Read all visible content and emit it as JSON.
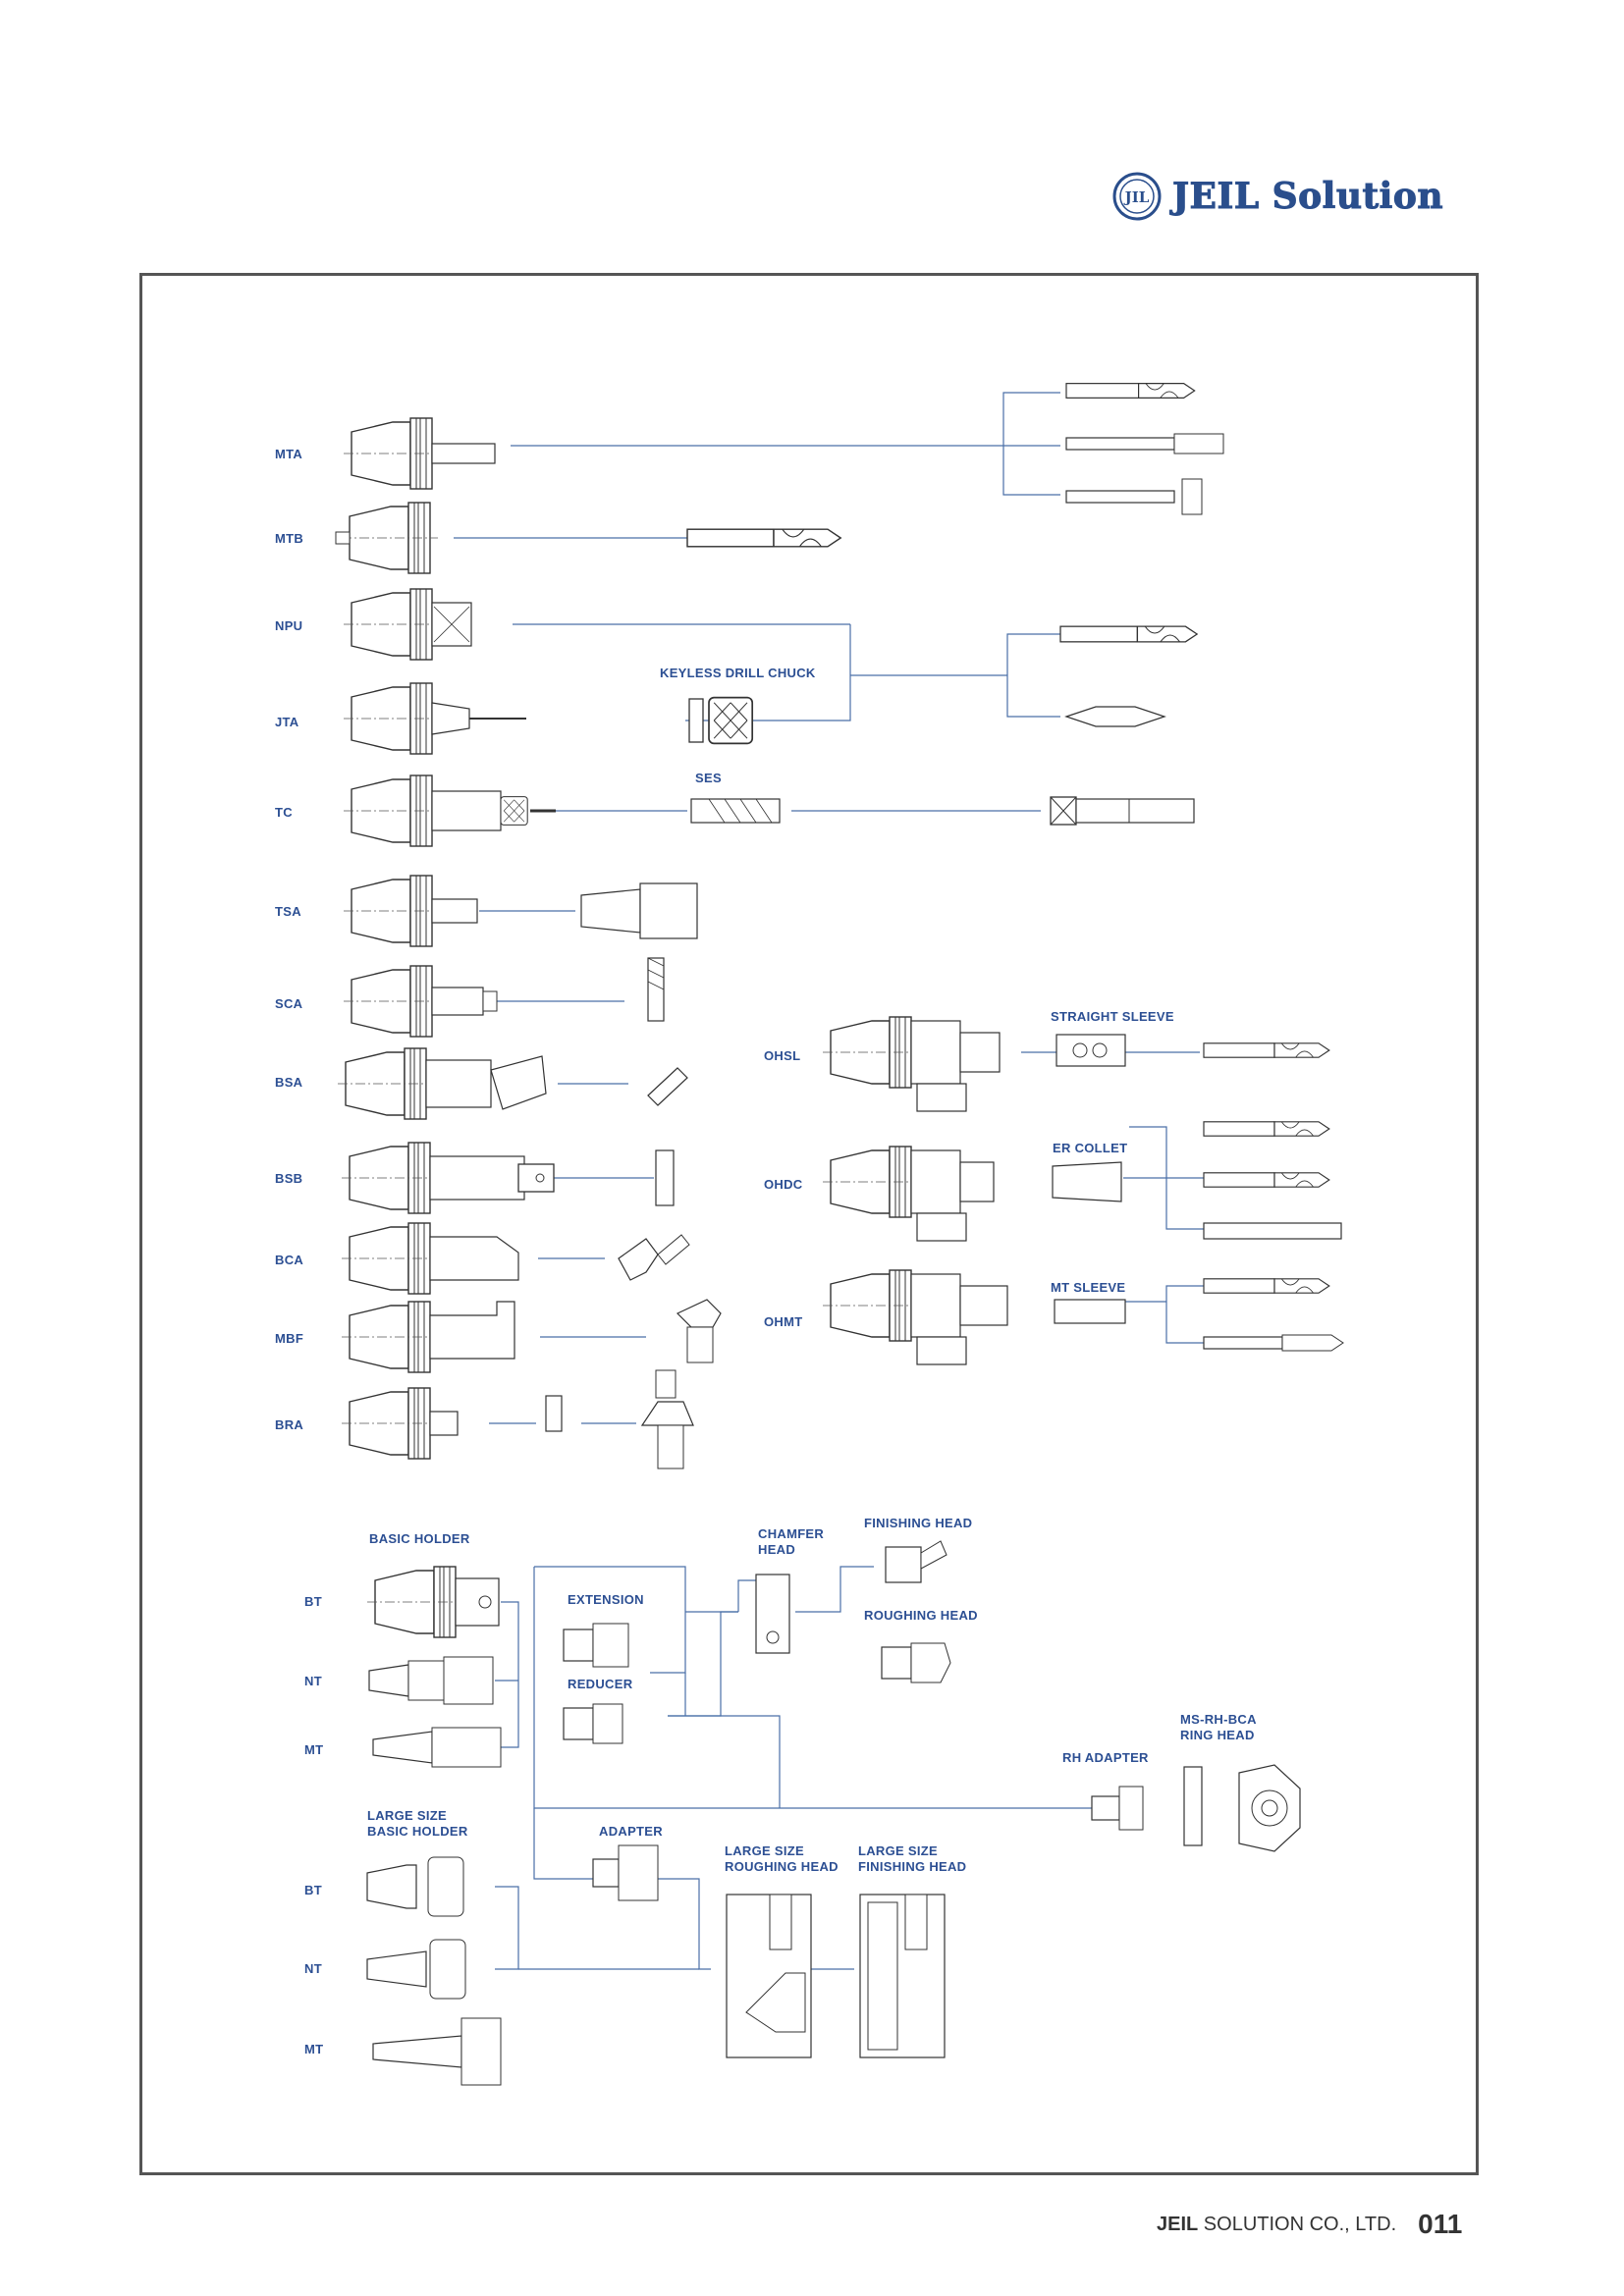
{
  "brand": {
    "name": "JEIL Solution",
    "mark": "JIL",
    "color": "#2a4e8c"
  },
  "colors": {
    "line": "#4a6fa8",
    "drawing": "#333333",
    "label": "#2c4f93"
  },
  "labels": {
    "mta": "MTA",
    "mtb": "MTB",
    "npu": "NPU",
    "jta": "JTA",
    "tc": "TC",
    "tsa": "TSA",
    "sca": "SCA",
    "bsa": "BSA",
    "bsb": "BSB",
    "bca": "BCA",
    "mbf": "MBF",
    "bra": "BRA",
    "keyless": "KEYLESS DRILL CHUCK",
    "ses": "SES",
    "ohsl": "OHSL",
    "ohdc": "OHDC",
    "ohmt": "OHMT",
    "straight_sleeve": "STRAIGHT SLEEVE",
    "er_collet": "ER COLLET",
    "mt_sleeve": "MT SLEEVE",
    "basic_holder": "BASIC HOLDER",
    "bt1": "BT",
    "nt1": "NT",
    "mt1": "MT",
    "extension": "EXTENSION",
    "reducer": "REDUCER",
    "chamfer_head": "CHAMFER\nHEAD",
    "finishing_head": "FINISHING HEAD",
    "roughing_head": "ROUGHING HEAD",
    "ms_rh_bca": "MS-RH-BCA\nRING HEAD",
    "rh_adapter": "RH ADAPTER",
    "large_basic": "LARGE SIZE\nBASIC HOLDER",
    "bt2": "BT",
    "nt2": "NT",
    "mt2": "MT",
    "adapter": "ADAPTER",
    "large_rough": "LARGE SIZE\nROUGHING HEAD",
    "large_finish": "LARGE SIZE\nFINISHING HEAD"
  },
  "footer": {
    "company_bold": "JEIL",
    "company_rest": " SOLUTION CO., LTD.",
    "page": "011"
  }
}
